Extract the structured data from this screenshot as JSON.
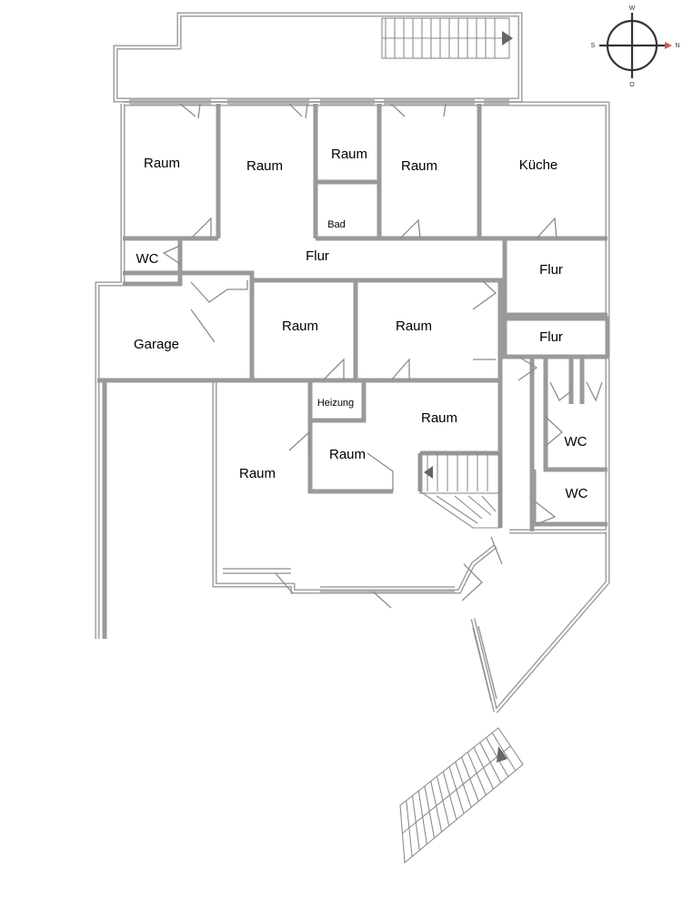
{
  "rooms": {
    "raum_1": "Raum",
    "raum_2": "Raum",
    "raum_3": "Raum",
    "raum_4": "Raum",
    "kueche": "Küche",
    "bad": "Bad",
    "wc_1": "WC",
    "flur_1": "Flur",
    "flur_2": "Flur",
    "flur_3": "Flur",
    "garage": "Garage",
    "raum_5": "Raum",
    "raum_6": "Raum",
    "heizung": "Heizung",
    "raum_7": "Raum",
    "raum_8": "Raum",
    "raum_9": "Raum",
    "wc_2": "WC",
    "wc_3": "WC"
  },
  "compass": {
    "north": "N",
    "south": "S",
    "west": "W",
    "east": "O"
  },
  "colors": {
    "wall": "#9a9a9a",
    "arrow": "#666666",
    "north_arrow": "#d9534f"
  }
}
